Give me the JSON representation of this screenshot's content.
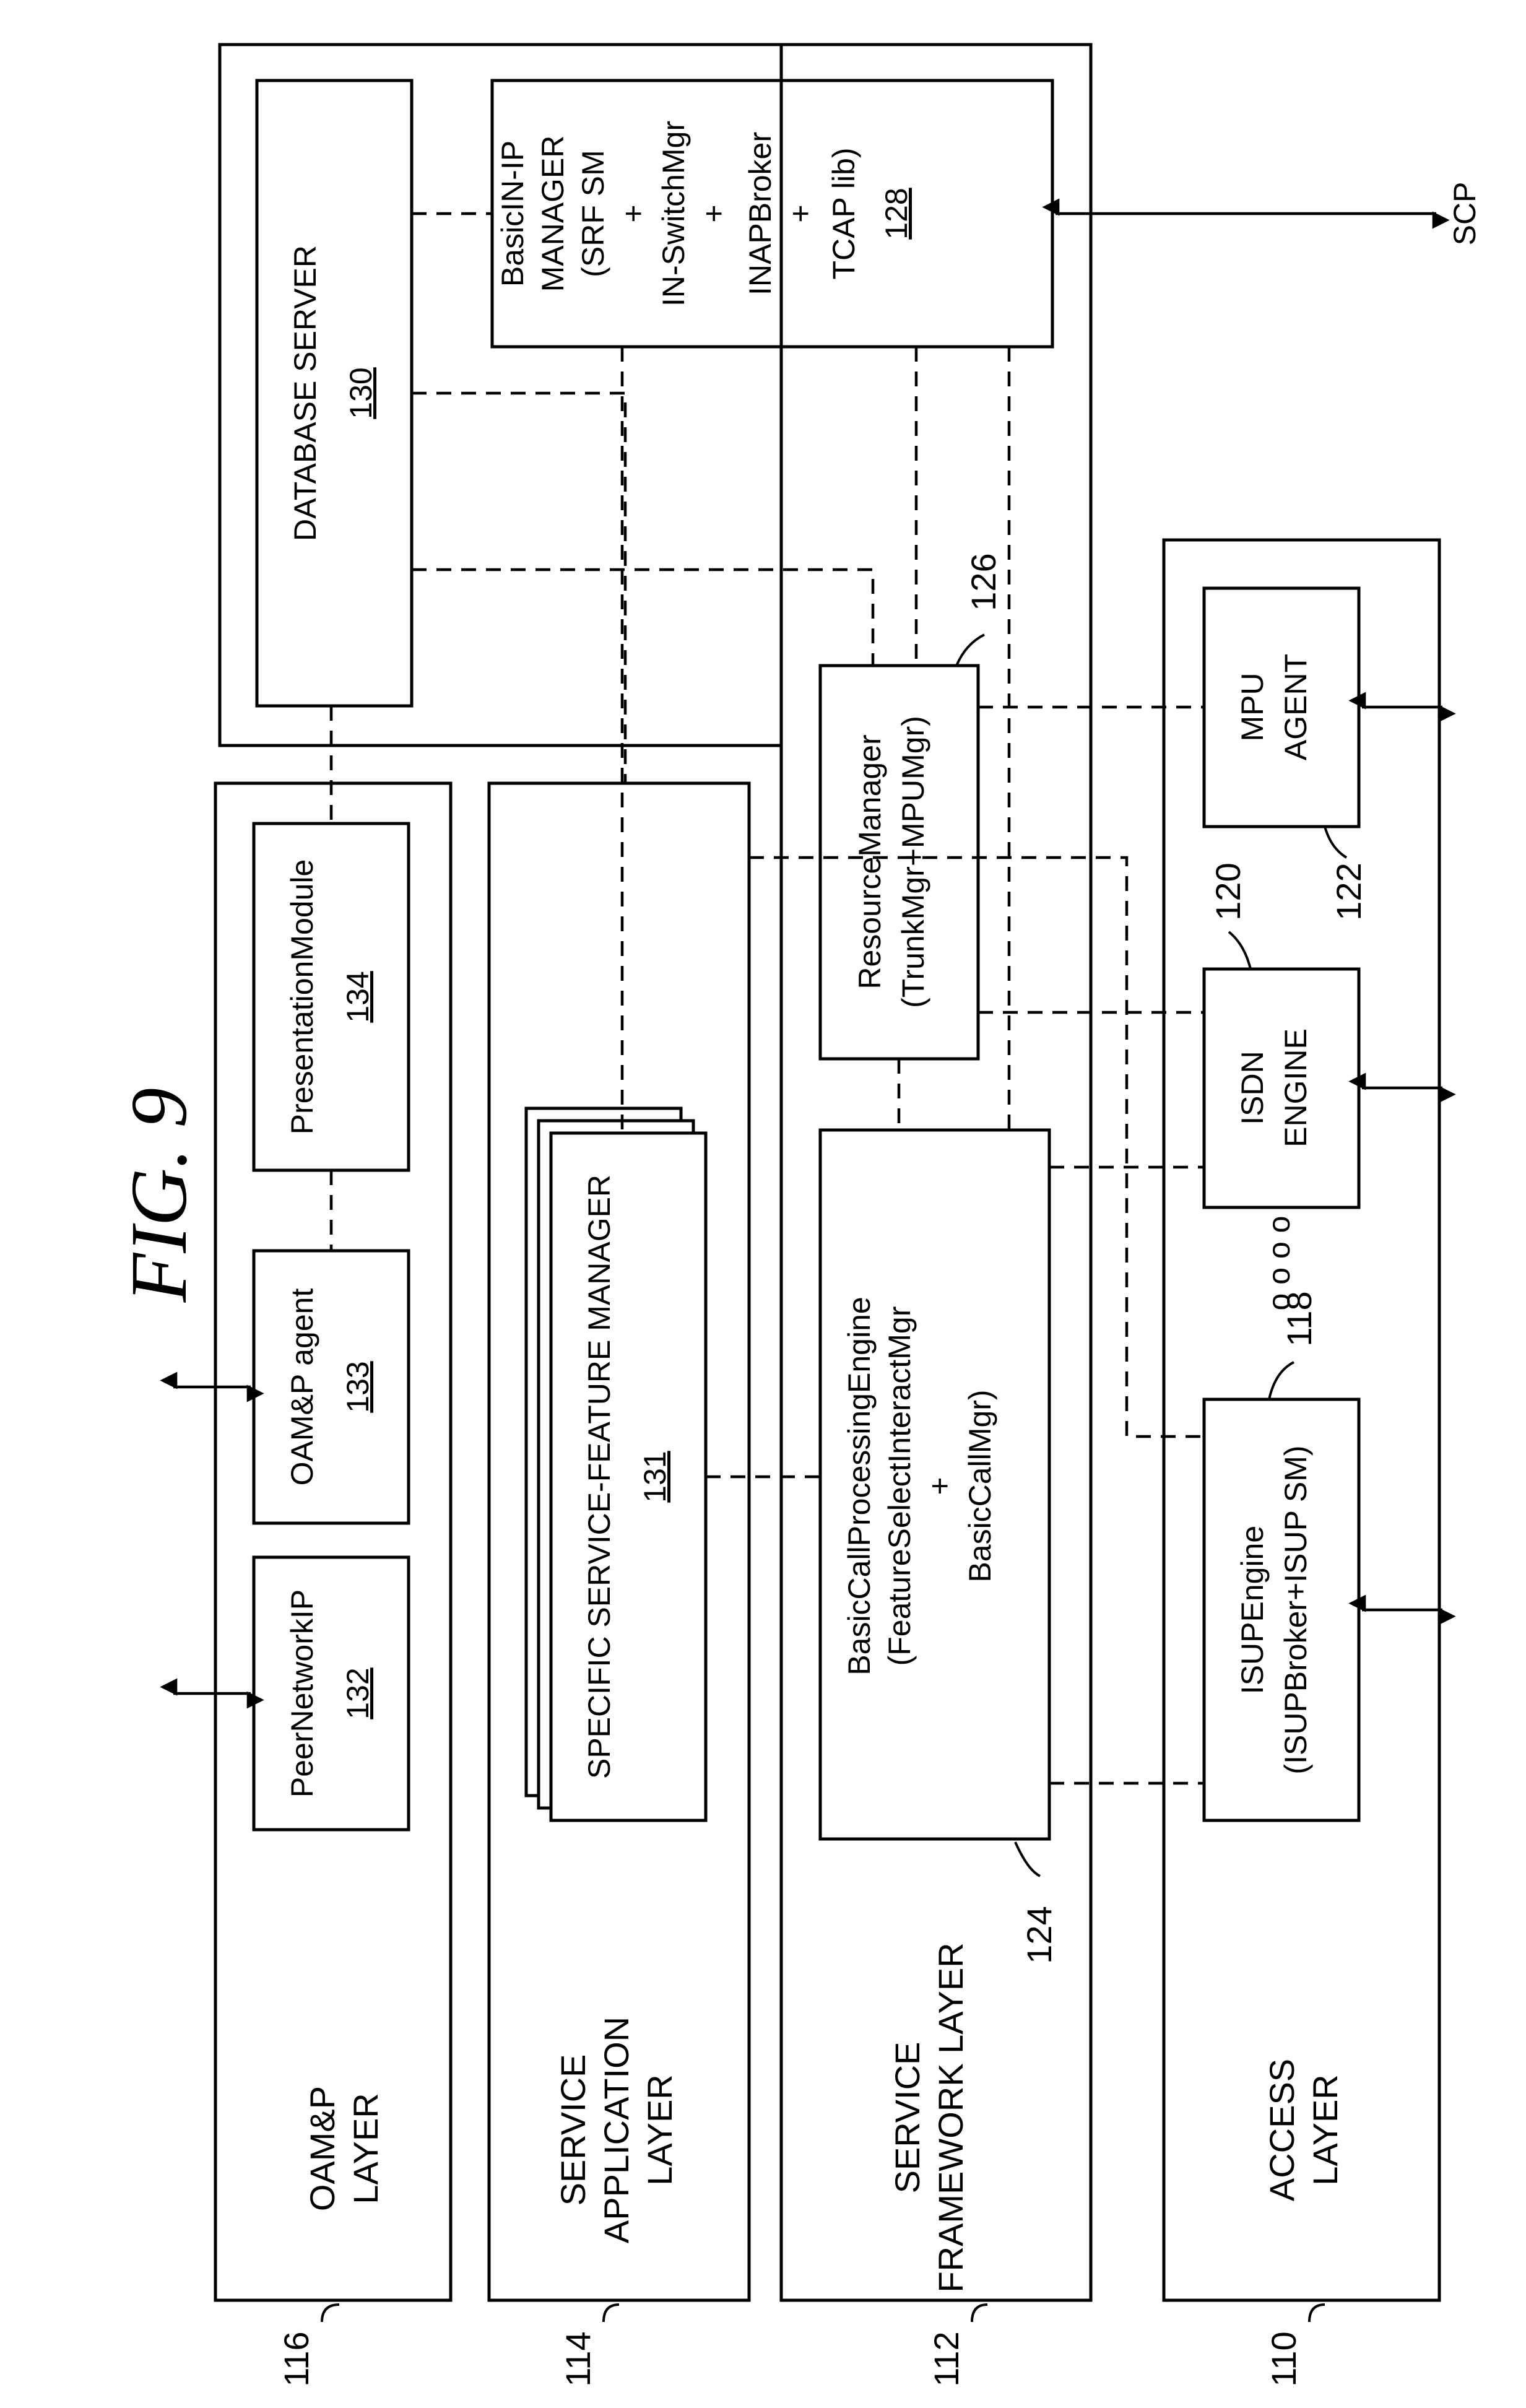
{
  "figure": {
    "title": "FIG. 9"
  },
  "layers": {
    "oamp": {
      "label_lines": [
        "OAM&P",
        "LAYER"
      ],
      "ref": "116"
    },
    "service_application": {
      "label_lines": [
        "SERVICE",
        "APPLICATION",
        "LAYER"
      ],
      "ref": "114"
    },
    "service_framework": {
      "label_lines": [
        "SERVICE",
        "FRAMEWORK LAYER"
      ],
      "ref": "112"
    },
    "access": {
      "label_lines": [
        "ACCESS",
        "LAYER"
      ],
      "ref": "110"
    }
  },
  "modules": {
    "peer_network_ip": {
      "lines": [
        "PeerNetworkIP"
      ],
      "ref": "132"
    },
    "oamp_agent": {
      "lines": [
        "OAM&P  agent"
      ],
      "ref": "133"
    },
    "presentation_module": {
      "lines": [
        "PresentationModule"
      ],
      "ref": "134"
    },
    "specific_service_feature_manager": {
      "lines": [
        "SPECIFIC  SERVICE-FEATURE  MANAGER"
      ],
      "ref": "131"
    },
    "basic_call_processing_engine": {
      "lines": [
        "BasicCallProcessingEngine",
        "(FeatureSelectInteractMgr",
        "+",
        "BasicCallMgr)"
      ],
      "ref": "124"
    },
    "resource_manager": {
      "lines": [
        "ResourceManager",
        "(TrunkMgr+MPUMgr)"
      ],
      "ref": "126"
    },
    "database_server": {
      "lines": [
        "DATABASE  SERVER"
      ],
      "ref": "130"
    },
    "basic_in_ip_manager": {
      "lines": [
        "BasicIN-IP",
        "MANAGER",
        "(SRF  SM",
        "+",
        "IN-SwitchMgr",
        "+",
        "INAPBroker",
        "+",
        "TCAP  lib)"
      ],
      "ref": "128"
    },
    "isup_engine": {
      "lines": [
        "ISUPEngine",
        "(ISUPBroker+ISUP  SM)"
      ],
      "ref": "118"
    },
    "isdn_engine": {
      "lines": [
        "ISDN",
        "ENGINE"
      ],
      "ref": "120"
    },
    "mpu_agent": {
      "lines": [
        "MPU",
        "AGENT"
      ],
      "ref": "122"
    }
  },
  "external": {
    "scp": "SCP",
    "ellipsis": "o  o  o  o"
  }
}
